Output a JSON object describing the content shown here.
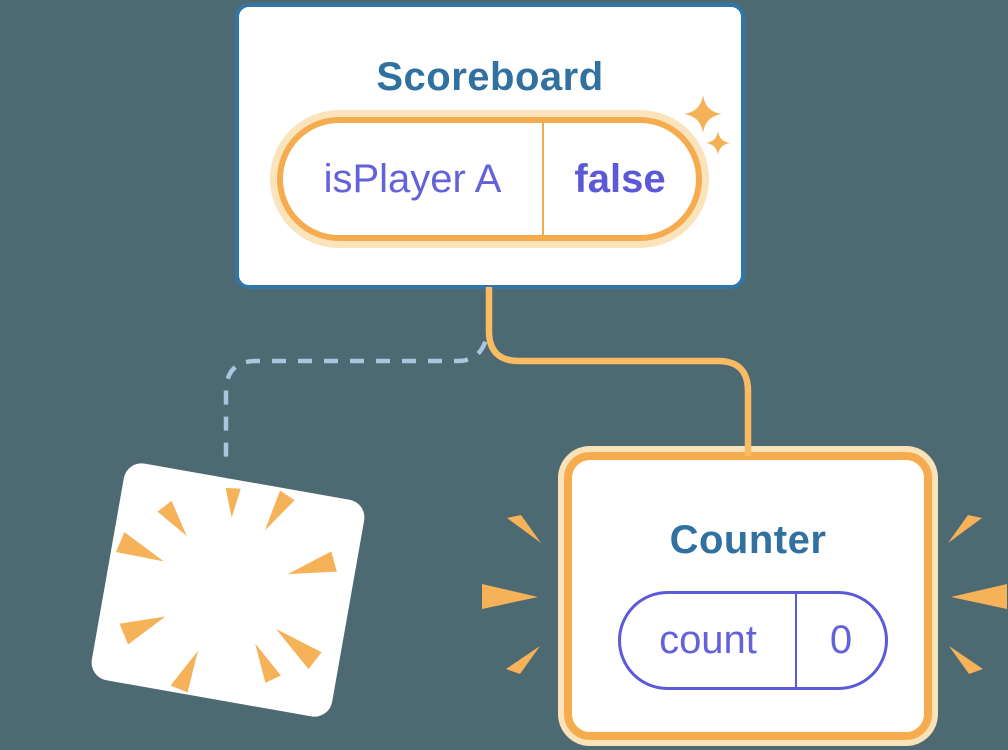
{
  "diagram": {
    "background_color": "#4D6A72",
    "scoreboard_card": {
      "title": "Scoreboard",
      "state_pill": {
        "label": "isPlayer A",
        "value": "false"
      },
      "border_color": "#3076A9",
      "pill_border_color": "#F5AC4E",
      "pill_glow_color": "#FBE3BC"
    },
    "counter_card": {
      "title": "Counter",
      "state_pill": {
        "label": "count",
        "value": "0"
      },
      "border_color": "#F5AC4E",
      "glow_color": "#FAE2BB",
      "pill_border_color": "#5C5BD7"
    },
    "removed_card": {
      "description": "blank card exploding in a poof burst",
      "fill": "#FFFFFF"
    },
    "connectors": {
      "active_color": "#F9BB63",
      "removed_dashed_color": "#A9C6DE"
    },
    "colors": {
      "title_blue": "#30719F",
      "state_purple": "#6462D9",
      "state_purple_bold": "#5B59D6",
      "accent_orange": "#F5AC4E",
      "ray_orange": "#F6B259"
    },
    "icons": {
      "sparkles": "sparkle-icon",
      "poof": "poof-burst-icon",
      "emphasis_left": "emphasis-rays-icon",
      "emphasis_right": "emphasis-rays-icon"
    }
  }
}
